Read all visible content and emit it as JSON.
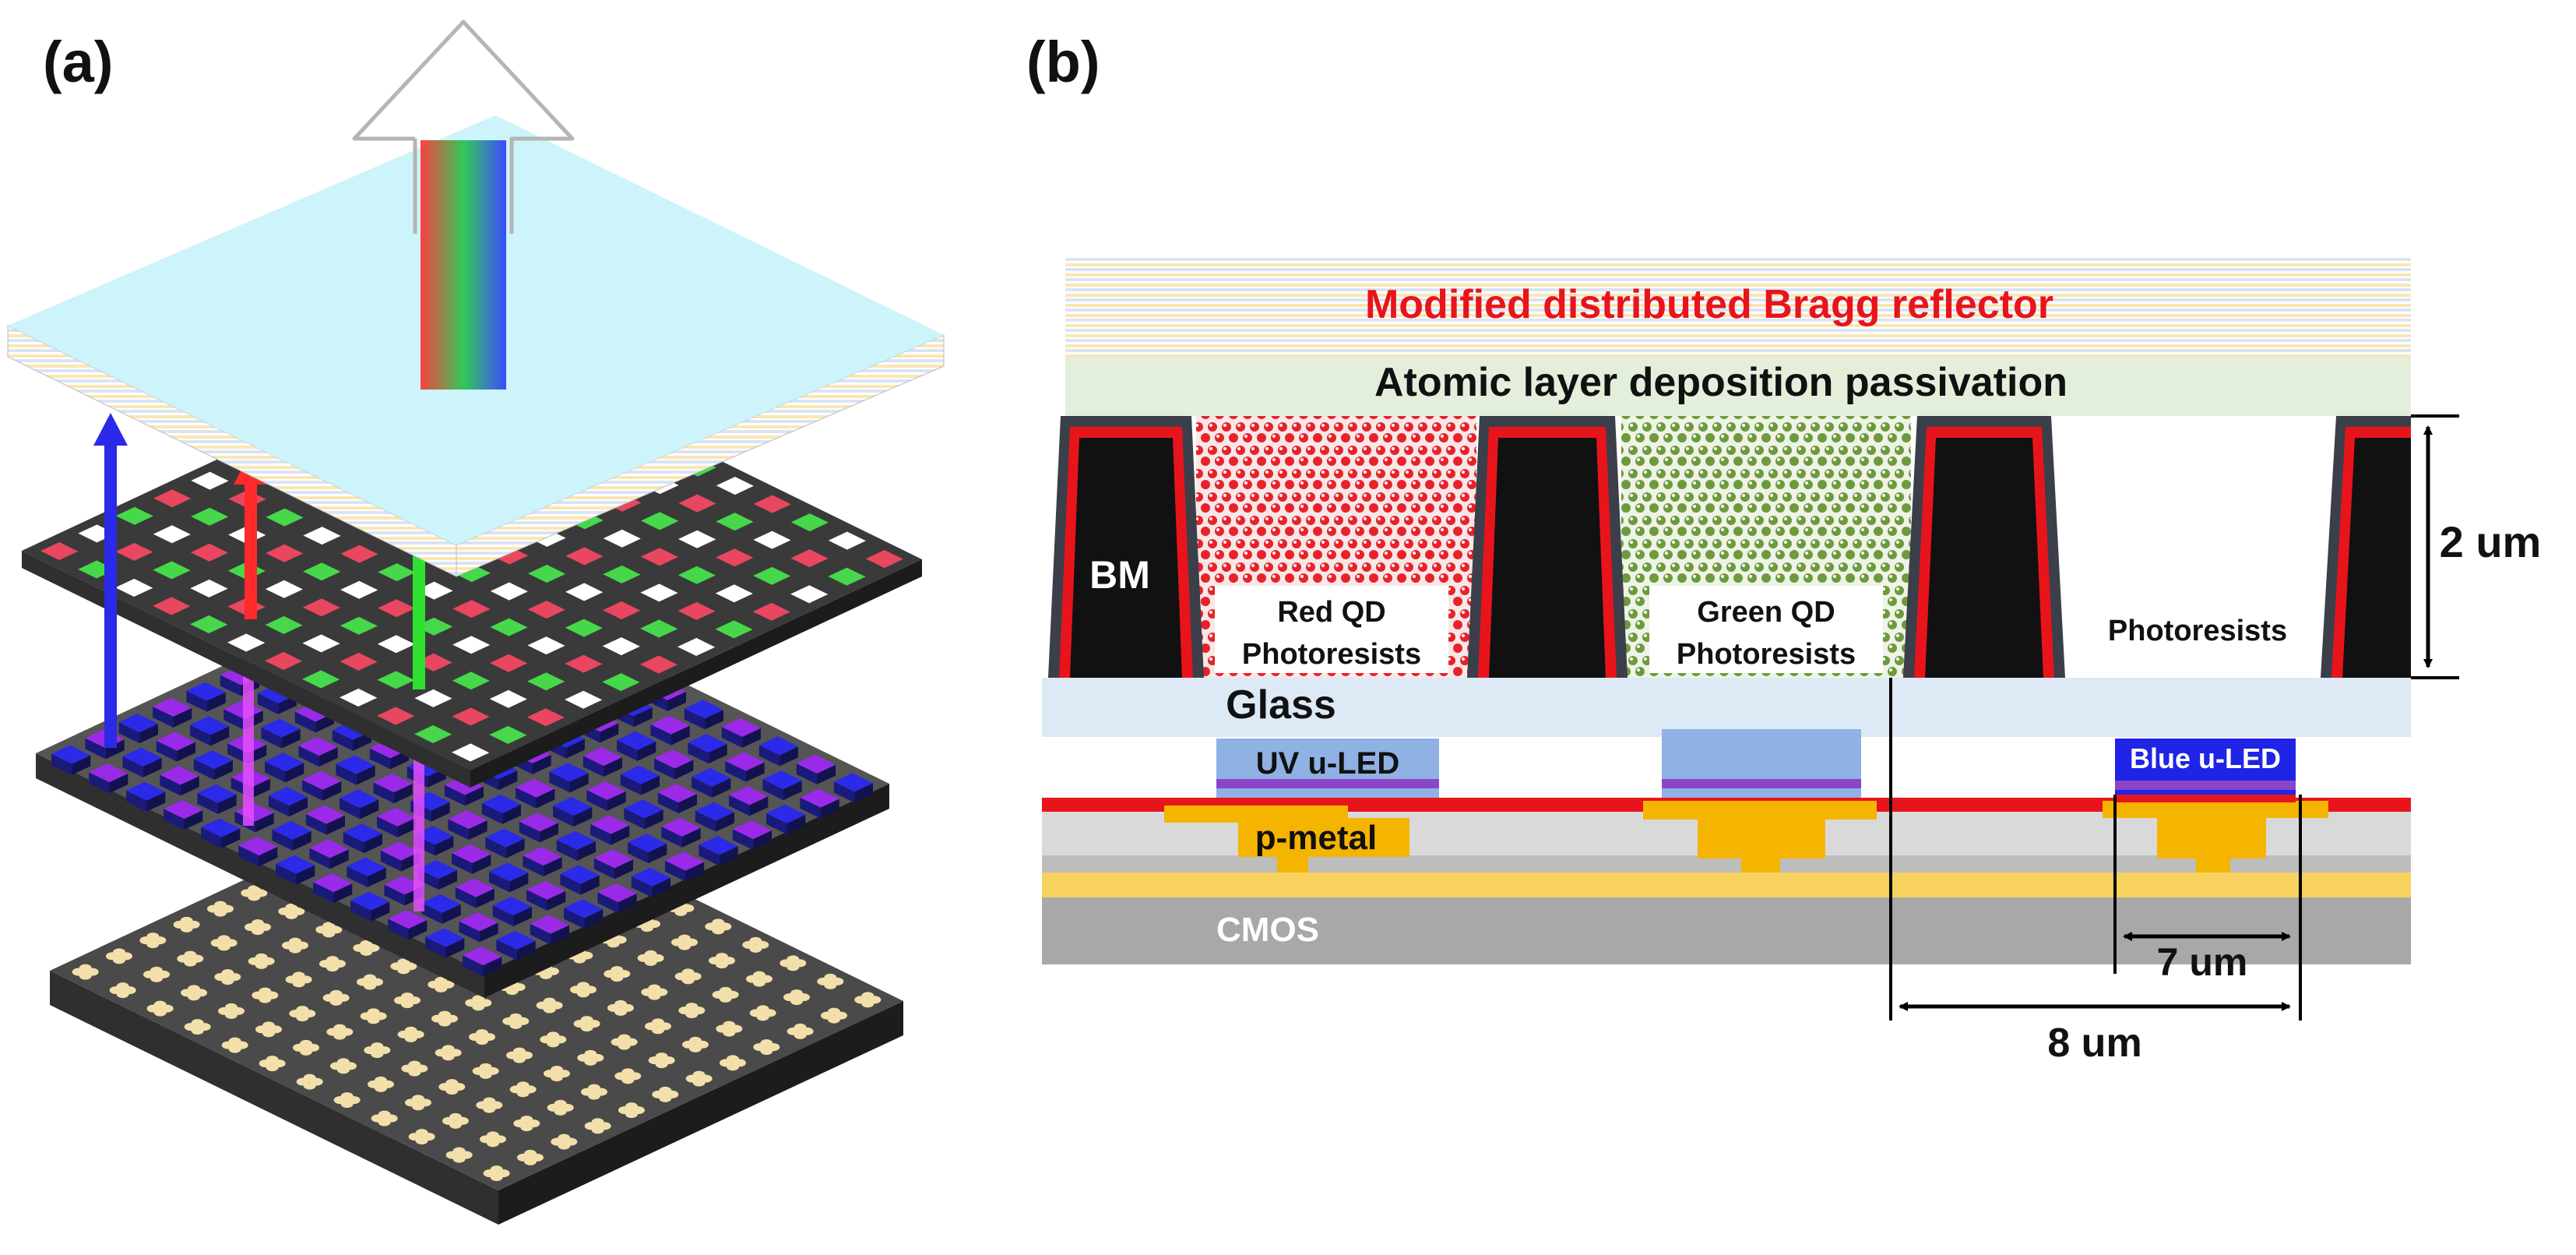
{
  "panels": {
    "a": {
      "label": "(a)"
    },
    "b": {
      "label": "(b)"
    }
  },
  "cross_section": {
    "dbr_label": "Modified distributed Bragg reflector",
    "ald_label": "Atomic layer deposition passivation",
    "bm_label": "BM",
    "red_qd_line1": "Red QD",
    "red_qd_line2": "Photoresists",
    "green_qd_line1": "Green QD",
    "green_qd_line2": "Photoresists",
    "photoresists_label": "Photoresists",
    "glass_label": "Glass",
    "uv_led_label": "UV u-LED",
    "blue_led_label": "Blue u-LED",
    "p_metal_label": "p-metal",
    "cmos_label": "CMOS",
    "dim_height": "2 um",
    "dim_led": "7 um",
    "dim_pixel": "8 um"
  },
  "colors": {
    "dbr_text": "#e8141c",
    "red_pixel": "#e8475f",
    "green_pixel": "#46d84a",
    "blue_led": "#2a2ae8",
    "purple_led": "#9a2ae8",
    "gold_pad": "#f3dfaa",
    "glass": "#dde9f5",
    "ald": "#e3efdb",
    "red_contact": "#e8141c",
    "p_metal": "#f4b400",
    "cmos": "#a8a8a8"
  }
}
